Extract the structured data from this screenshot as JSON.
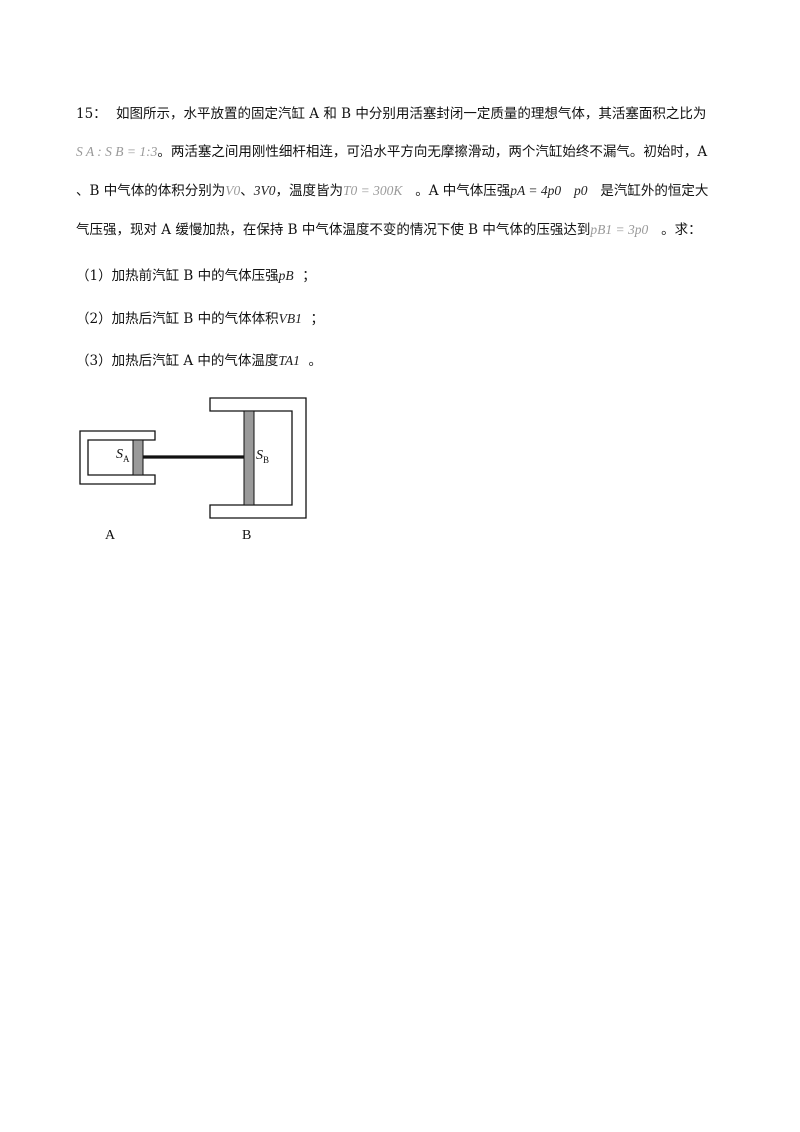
{
  "question": {
    "number": "15：",
    "line1": "如图所示，水平放置的固定汽缸 A 和 B 中分别用活塞封闭一定质量的理想气体，其活塞面积之比为",
    "ratio_expr": "S A : S B = 1:3",
    "line2_text": "。两活塞之间用刚性细杆相连，可沿水平方向无摩擦滑动，两个汽缸始终不漏气。初始时，A",
    "line3_a": "、B 中气体的体积分别为",
    "v0": "V0",
    "sep": "、",
    "three_v0": "3V0",
    "line3_b": "，温度皆为",
    "t0_expr": "T0 = 300K",
    "line3_c": "。A 中气体压强",
    "pa_expr": "pA = 4p0",
    "p0": "p0",
    "line3_d": "是汽缸外的恒定大",
    "line4_a": "气压强，现对 A 缓慢加热，在保持 B 中气体温度不变的情况下使 B 中气体的压强达到",
    "pb1_expr": "pB1 = 3p0",
    "line4_b": "。求：",
    "sub1_text": "（1）加热前汽缸 B 中的气体压强",
    "sub1_symbol": "pB",
    "sub1_end": "；",
    "sub2_text": "（2）加热后汽缸 B 中的气体体积",
    "sub2_symbol": "VB1",
    "sub2_end": "；",
    "sub3_text": "（3）加热后汽缸 A 中的气体温度",
    "sub3_symbol": "TA1",
    "sub3_end": "。"
  },
  "figure": {
    "label_sa": "SA",
    "label_sb": "SB",
    "label_a": "A",
    "label_b": "B"
  }
}
